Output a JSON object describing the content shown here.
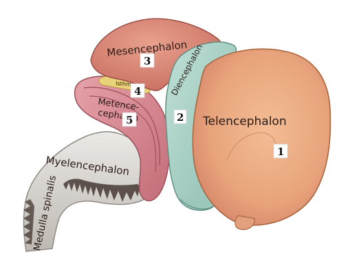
{
  "regions": {
    "mesencephalon": {
      "label": "Mesencephalon",
      "number": "3",
      "color": "#d98977"
    },
    "isthmus": {
      "label": "Isthmus",
      "number": "4",
      "color": "#ead27a"
    },
    "metencephalon": {
      "label_line1": "Metence-",
      "label_line2": "cephalon",
      "number": "5",
      "color": "#d88a93"
    },
    "diencephalon": {
      "label": "Diencephalon",
      "number": "2",
      "color": "#a9cfc4"
    },
    "telencephalon": {
      "label": "Telencephalon",
      "number": "1",
      "color": "#eba97f"
    },
    "myelencephalon": {
      "label": "Myelencephalon",
      "color": "#d6d3cf"
    },
    "medulla_spinalis": {
      "label": "Medulla spinalis",
      "color": "#dcd9d5"
    }
  },
  "background": "#ffffff"
}
